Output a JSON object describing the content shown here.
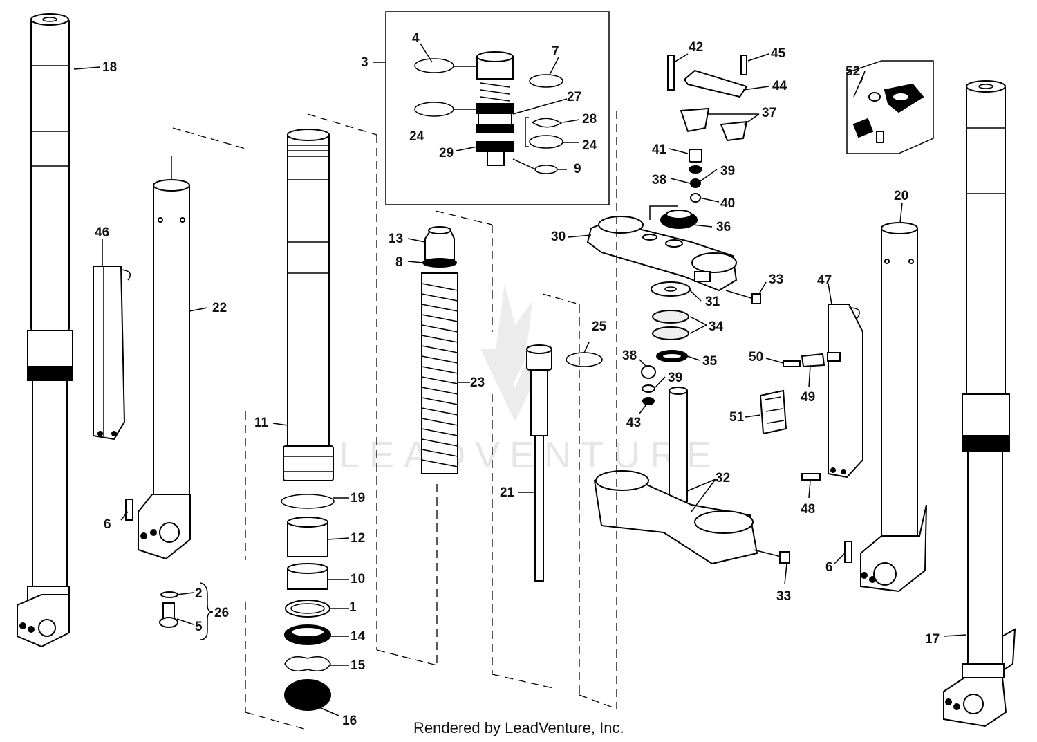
{
  "watermark": "LEADVENTURE",
  "footer": "Rendered by LeadVenture, Inc.",
  "callouts": [
    "1",
    "2",
    "3",
    "4",
    "5",
    "6",
    "7",
    "8",
    "9",
    "10",
    "11",
    "12",
    "13",
    "14",
    "15",
    "16",
    "17",
    "18",
    "19",
    "20",
    "21",
    "22",
    "23",
    "24",
    "25",
    "26",
    "27",
    "28",
    "29",
    "30",
    "31",
    "32",
    "33",
    "34",
    "35",
    "36",
    "37",
    "38",
    "39",
    "40",
    "41",
    "42",
    "43",
    "44",
    "45",
    "46",
    "47",
    "48",
    "49",
    "50",
    "51",
    "52"
  ]
}
